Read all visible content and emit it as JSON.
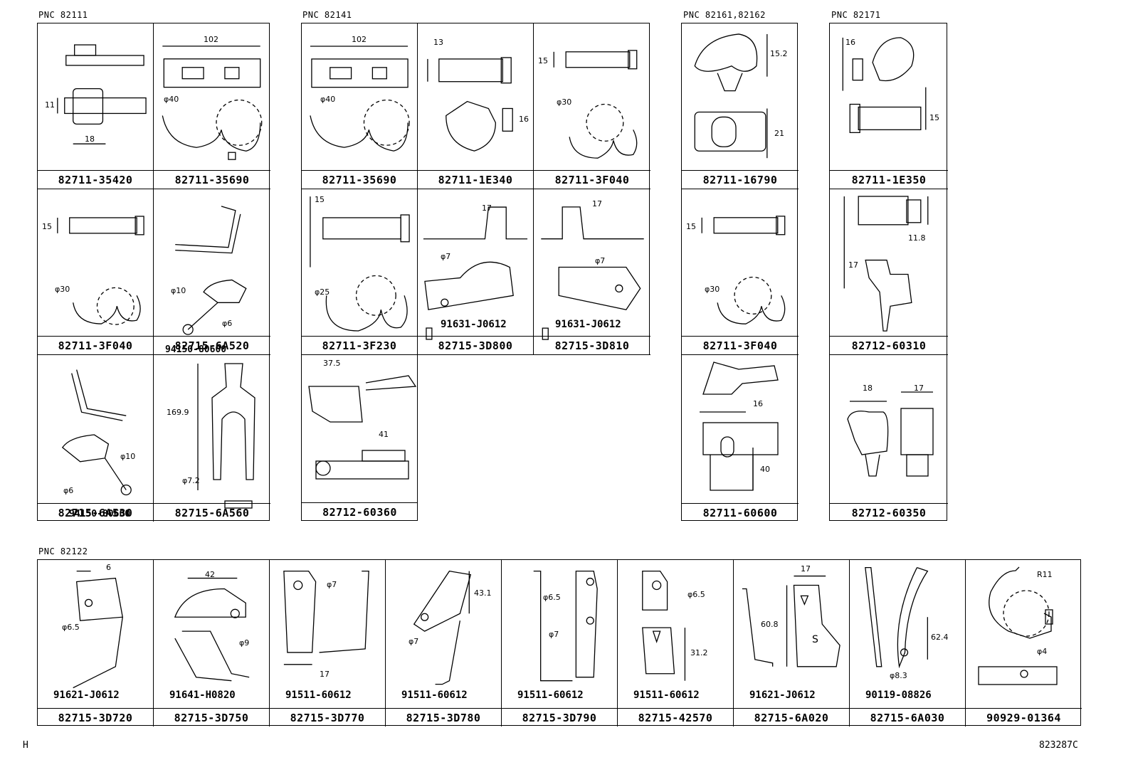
{
  "pnc_labels": {
    "g1": "PNC 82111",
    "g2": "PNC 82141",
    "g3": "PNC 82161,82162",
    "g4": "PNC 82171",
    "g5": "PNC 82122"
  },
  "group1": [
    {
      "part": "82711-35420",
      "dims": [
        "11",
        "18"
      ]
    },
    {
      "part": "82711-35690",
      "dims": [
        "102",
        "φ40"
      ]
    },
    {
      "part": "82711-3F040",
      "dims": [
        "15",
        "φ30"
      ]
    },
    {
      "part": "82715-6A520",
      "dims": [
        "φ10",
        "φ6"
      ],
      "bolt": "94150-80600"
    },
    {
      "part": "82715-6A530",
      "dims": [
        "φ10",
        "φ6"
      ],
      "bolt": "94150-80600"
    },
    {
      "part": "82715-6A560",
      "dims": [
        "169.9",
        "φ7.2"
      ]
    }
  ],
  "group2": [
    {
      "part": "82711-35690",
      "dims": [
        "102",
        "φ40"
      ]
    },
    {
      "part": "82711-1E340",
      "dims": [
        "13",
        "16"
      ]
    },
    {
      "part": "82711-3F040",
      "dims": [
        "15",
        "φ30"
      ]
    },
    {
      "part": "82711-3F230",
      "dims": [
        "15",
        "φ25"
      ]
    },
    {
      "part": "82715-3D800",
      "dims": [
        "17",
        "φ7"
      ],
      "bolt": "91631-J0612"
    },
    {
      "part": "82715-3D810",
      "dims": [
        "17",
        "φ7"
      ],
      "bolt": "91631-J0612"
    },
    {
      "part": "82712-60360",
      "dims": [
        "37.5",
        "41"
      ]
    }
  ],
  "group3": [
    {
      "part": "82711-16790",
      "dims": [
        "15.2",
        "21"
      ]
    },
    {
      "part": "82711-3F040",
      "dims": [
        "15",
        "φ30"
      ]
    },
    {
      "part": "82711-60600",
      "dims": [
        "16",
        "40"
      ]
    }
  ],
  "group4": [
    {
      "part": "82711-1E350",
      "dims": [
        "16",
        "15"
      ]
    },
    {
      "part": "82712-60310",
      "dims": [
        "17",
        "11.8"
      ]
    },
    {
      "part": "82712-60350",
      "dims": [
        "18",
        "17"
      ]
    }
  ],
  "group5": [
    {
      "part": "82715-3D720",
      "dims": [
        "6",
        "φ6.5"
      ],
      "bolt": "91621-J0612"
    },
    {
      "part": "82715-3D750",
      "dims": [
        "42",
        "φ9"
      ],
      "bolt": "91641-H0820"
    },
    {
      "part": "82715-3D770",
      "dims": [
        "φ7",
        "17"
      ],
      "bolt": "91511-60612"
    },
    {
      "part": "82715-3D780",
      "dims": [
        "43.1",
        "φ7"
      ],
      "bolt": "91511-60612"
    },
    {
      "part": "82715-3D790",
      "dims": [
        "φ6.5",
        "φ7"
      ],
      "bolt": "91511-60612"
    },
    {
      "part": "82715-42570",
      "dims": [
        "φ6.5",
        "31.2"
      ],
      "bolt": "91511-60612"
    },
    {
      "part": "82715-6A020",
      "dims": [
        "17",
        "60.8",
        "S"
      ],
      "bolt": "91621-J0612"
    },
    {
      "part": "82715-6A030",
      "dims": [
        "62.4",
        "φ8.3"
      ],
      "bolt": "90119-08826"
    },
    {
      "part": "90929-01364",
      "dims": [
        "R11",
        "φ4"
      ]
    }
  ],
  "footer": {
    "left": "H",
    "right": "823287C"
  }
}
